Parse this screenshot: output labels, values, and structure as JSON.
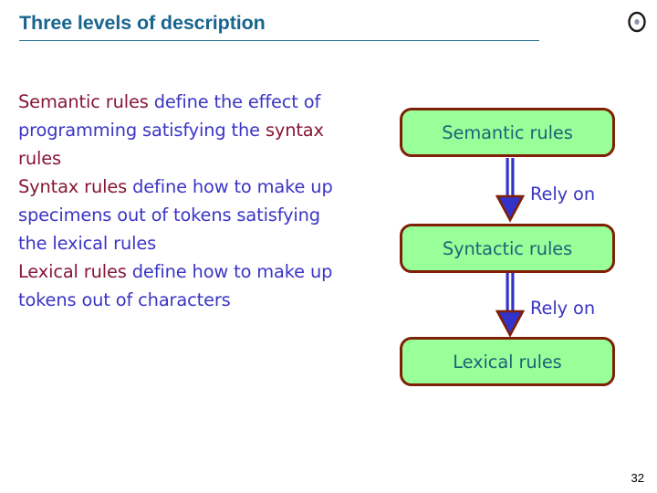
{
  "slide": {
    "title": "Three levels of description",
    "title_color": "#18658f",
    "rule_color": "#1d6a8f",
    "page_number": "32",
    "background": "#ffffff"
  },
  "header": {
    "disc_icon_name": "disc-icon"
  },
  "explanation": {
    "keyword_color": "#861737",
    "body_color": "#3b35c4",
    "paragraphs": [
      {
        "keyword": "Semantic rules",
        "body_1": " define the effect of programming satisfying the ",
        "keyword_2": "syntax rules",
        "body_2": ""
      },
      {
        "keyword": "Syntax rules",
        "body_1": " define how to make up specimens out of tokens satisfying the lexical rules",
        "keyword_2": "",
        "body_2": ""
      },
      {
        "keyword": "Lexical rules",
        "body_1": " define how to make up tokens out of characters",
        "keyword_2": "",
        "body_2": ""
      }
    ],
    "full_text": "Semantic rules define the effect of programming satisfying the syntax rules Syntax rules define how to make up specimens out of tokens satisfying the lexical rules Lexical rules define how to make up tokens out of characters"
  },
  "diagram": {
    "box_fill": "#99ff99",
    "box_border": "#7e1f06",
    "box_text_color": "#1d6378",
    "arrow_fill": "#3333cc",
    "arrow_outline": "#7e1f06",
    "boxes": [
      {
        "label": "Semantic rules"
      },
      {
        "label": "Syntactic rules"
      },
      {
        "label": "Lexical rules"
      }
    ],
    "arrows": [
      {
        "label": "Rely on",
        "from": "Semantic rules",
        "to": "Syntactic rules"
      },
      {
        "label": "Rely on",
        "from": "Syntactic rules",
        "to": "Lexical rules"
      }
    ]
  }
}
